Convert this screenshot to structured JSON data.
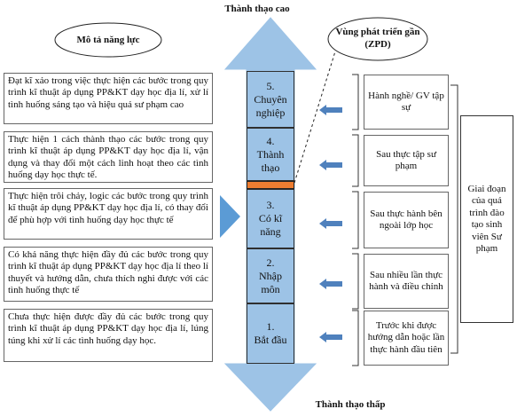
{
  "labels": {
    "top": "Thành thạo cao",
    "bottom": "Thành thạo thấp",
    "competency_header": "Mô tả năng lực",
    "zpd_header_line1": "Vùng phát triển gần",
    "zpd_header_line2": "(ZPD)",
    "training_period": "Giai đoạn của quá trình đào tạo sinh viên Sư phạm"
  },
  "descriptions": [
    "Đạt kĩ xảo trong việc thực hiện các bước trong quy trình kĩ thuật áp dụng PP&KT dạy học địa lí, xử lí tình huống sáng tạo và hiệu quả sư phạm cao",
    "Thực hiện 1 cách thành thạo các bước trong quy trình kĩ thuật áp dụng PP&KT dạy học địa lí, vận dụng và thay đổi một cách linh hoạt theo các tình huống dạy học thực tế.",
    "Thực hiện trôi chảy, logic các bước trong quy trình kĩ thuật áp dụng PP&KT dạy học địa lí, có thay đổi để phù hợp với tình huống dạy học thực tế",
    "Có khả năng thực hiện đầy đủ các bước trong quy trình kĩ thuật áp dụng PP&KT dạy học địa lí theo lí thuyết và hướng dẫn, chưa thích nghi được với các tình huống thực tế",
    "Chưa thực hiện được đầy đủ các bước trong quy trình kĩ thuật áp dụng PP&KT dạy học địa lí, lúng túng khi xử lí các tình huống dạy học."
  ],
  "stages": [
    {
      "num": "5.",
      "line1": "Chuyên",
      "line2": "nghiệp"
    },
    {
      "num": "4.",
      "line1": "Thành",
      "line2": "thạo"
    },
    {
      "num": "3.",
      "line1": "Có kĩ",
      "line2": "năng"
    },
    {
      "num": "2.",
      "line1": "Nhập",
      "line2": "môn"
    },
    {
      "num": "1.",
      "line1": "Bắt đầu",
      "line2": ""
    }
  ],
  "zpd_items": [
    "Hành nghề/ GV tập sự",
    "Sau thực tập sư phạm",
    "Sau thực hành bên ngoài lớp học",
    "Sau nhiều lần thực hành và điều chỉnh",
    "Trước khi được hướng dẫn hoặc lần thực hành đầu tiên"
  ],
  "colors": {
    "arrow_fill": "#9dc3e6",
    "stage_fill": "#9dc3e6",
    "highlight": "#ed7d31",
    "small_arrow": "#4f81bd",
    "pointer": "#5b9bd5"
  }
}
